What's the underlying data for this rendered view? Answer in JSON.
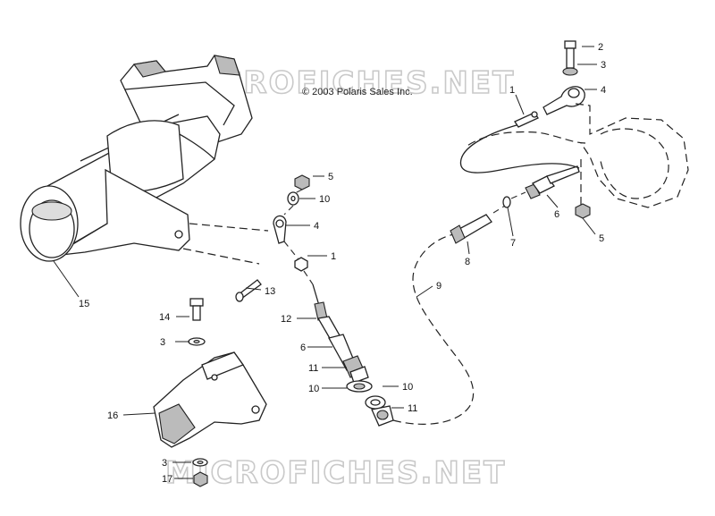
{
  "copyright": "© 2003 Polaris Sales Inc.",
  "watermark_top": "MICROFICHES.NET",
  "watermark_bottom": "MICROFICHES.NET",
  "callouts": {
    "c2": "2",
    "c3a": "3",
    "c4a": "4",
    "c1a": "1",
    "c5a": "5",
    "c10a": "10",
    "c4b": "4",
    "c1b": "1",
    "c13": "13",
    "c15": "15",
    "c6a": "6",
    "c7": "7",
    "c8": "8",
    "c5b": "5",
    "c9": "9",
    "c14": "14",
    "c3b": "3",
    "c12": "12",
    "c6b": "6",
    "c11a": "11",
    "c10b": "10",
    "c10c": "10",
    "c11b": "11",
    "c16": "16",
    "c3c": "3",
    "c17": "17"
  }
}
